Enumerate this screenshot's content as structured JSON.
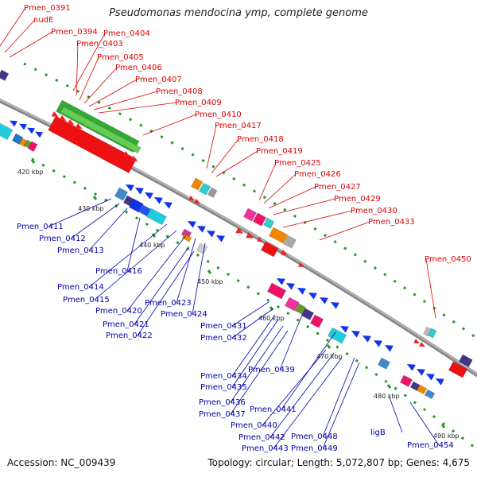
{
  "title": "Pseudomonas mendocina ymp, complete genome",
  "footer": {
    "accession": "Accession: NC_009439",
    "stats": "Topology: circular; Length: 5,072,807 bp; Genes: 4,675"
  },
  "colors": {
    "forward_label": "#dd0000",
    "reverse_label": "#0000aa",
    "backbone": "#888888",
    "tick": "#229922"
  },
  "ticks": [
    "420 kbp",
    "430 kbp",
    "440 kbp",
    "450 kbp",
    "460 kbp",
    "470 kbp",
    "480 kbp",
    "490 kbp"
  ],
  "forward_labels": [
    "Pmen_0391",
    "nudE",
    "Pmen_0394",
    "Pmen_0404",
    "Pmen_0403",
    "Pmen_0405",
    "Pmen_0406",
    "Pmen_0407",
    "Pmen_0408",
    "Pmen_0409",
    "Pmen_0410",
    "Pmen_0417",
    "Pmen_0418",
    "Pmen_0419",
    "Pmen_0425",
    "Pmen_0426",
    "Pmen_0427",
    "Pmen_0429",
    "Pmen_0430",
    "Pmen_0433",
    "Pmen_0450"
  ],
  "reverse_labels": [
    "Pmen_0411",
    "Pmen_0412",
    "Pmen_0413",
    "Pmen_0416",
    "Pmen_0414",
    "Pmen_0415",
    "Pmen_0420",
    "Pmen_0423",
    "Pmen_0424",
    "Pmen_0421",
    "Pmen_0422",
    "Pmen_0431",
    "Pmen_0432",
    "Pmen_0439",
    "Pmen_0434",
    "Pmen_0435",
    "Pmen_0436",
    "Pmen_0437",
    "Pmen_0441",
    "Pmen_0440",
    "Pmen_0442",
    "Pmen_0443",
    "Pmen_0448",
    "Pmen_0449",
    "ligB",
    "Pmen_0454"
  ]
}
